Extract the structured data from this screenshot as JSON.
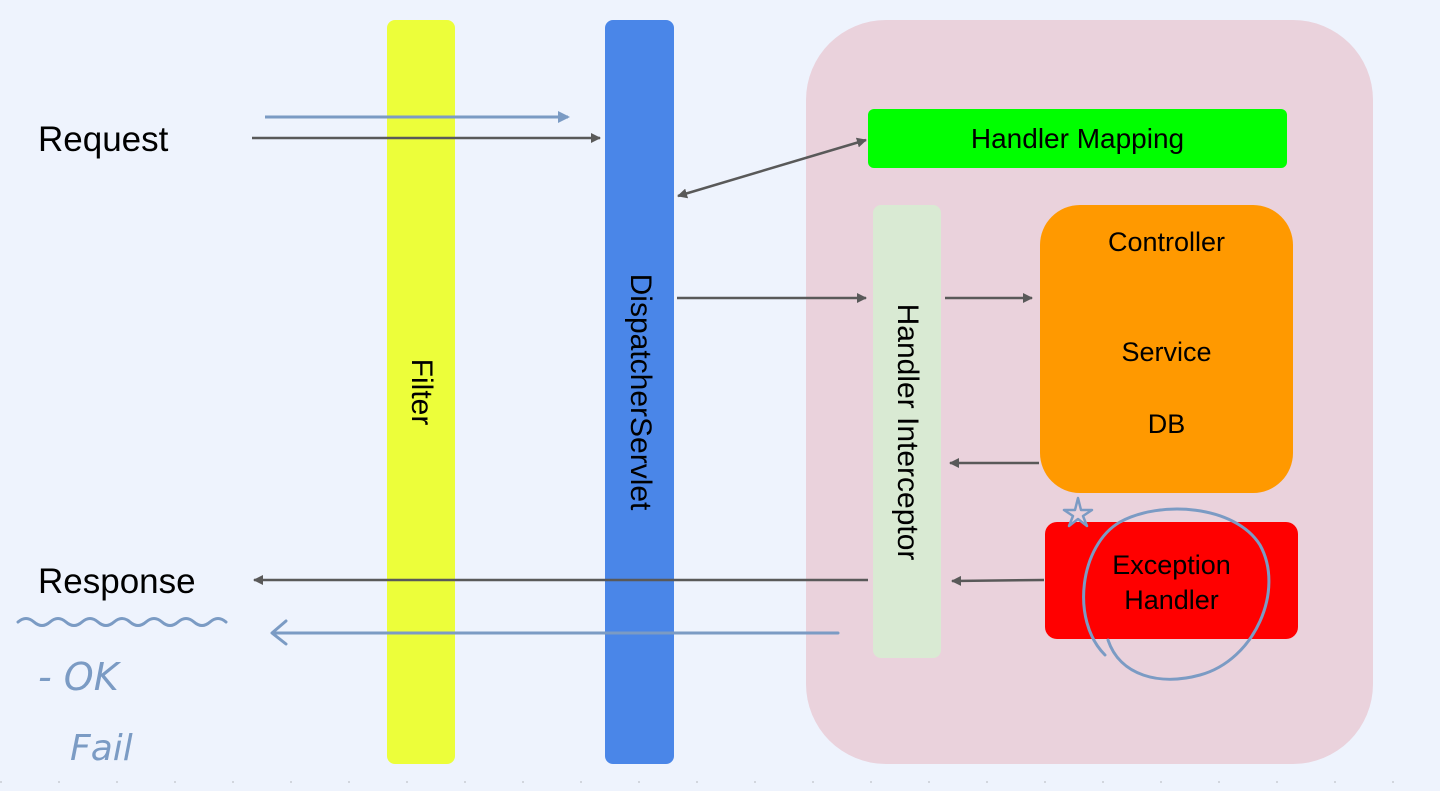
{
  "request_label": "Request",
  "response_label": "Response",
  "filter_label": "Filter",
  "dispatcher_label": "DispatcherServlet",
  "handler_mapping_label": "Handler Mapping",
  "handler_interceptor_label": "Handler Interceptor",
  "controller_box": {
    "controller": "Controller",
    "service": "Service",
    "db": "DB"
  },
  "exception_handler": {
    "line1": "Exception",
    "line2": "Handler"
  },
  "handwritten_notes": {
    "ok": "- OK",
    "fail": "Fail"
  },
  "colors": {
    "background": "#eef3fd",
    "filter": "#ecfe3a",
    "dispatcher": "#4a86e8",
    "container": "#ead2dc",
    "handler_mapping": "#00ff00",
    "handler_interceptor": "#d9ead3",
    "controller_box": "#ff9900",
    "exception_handler": "#ff0000",
    "arrow": "#595959",
    "handwriting": "#7b9bc4"
  }
}
